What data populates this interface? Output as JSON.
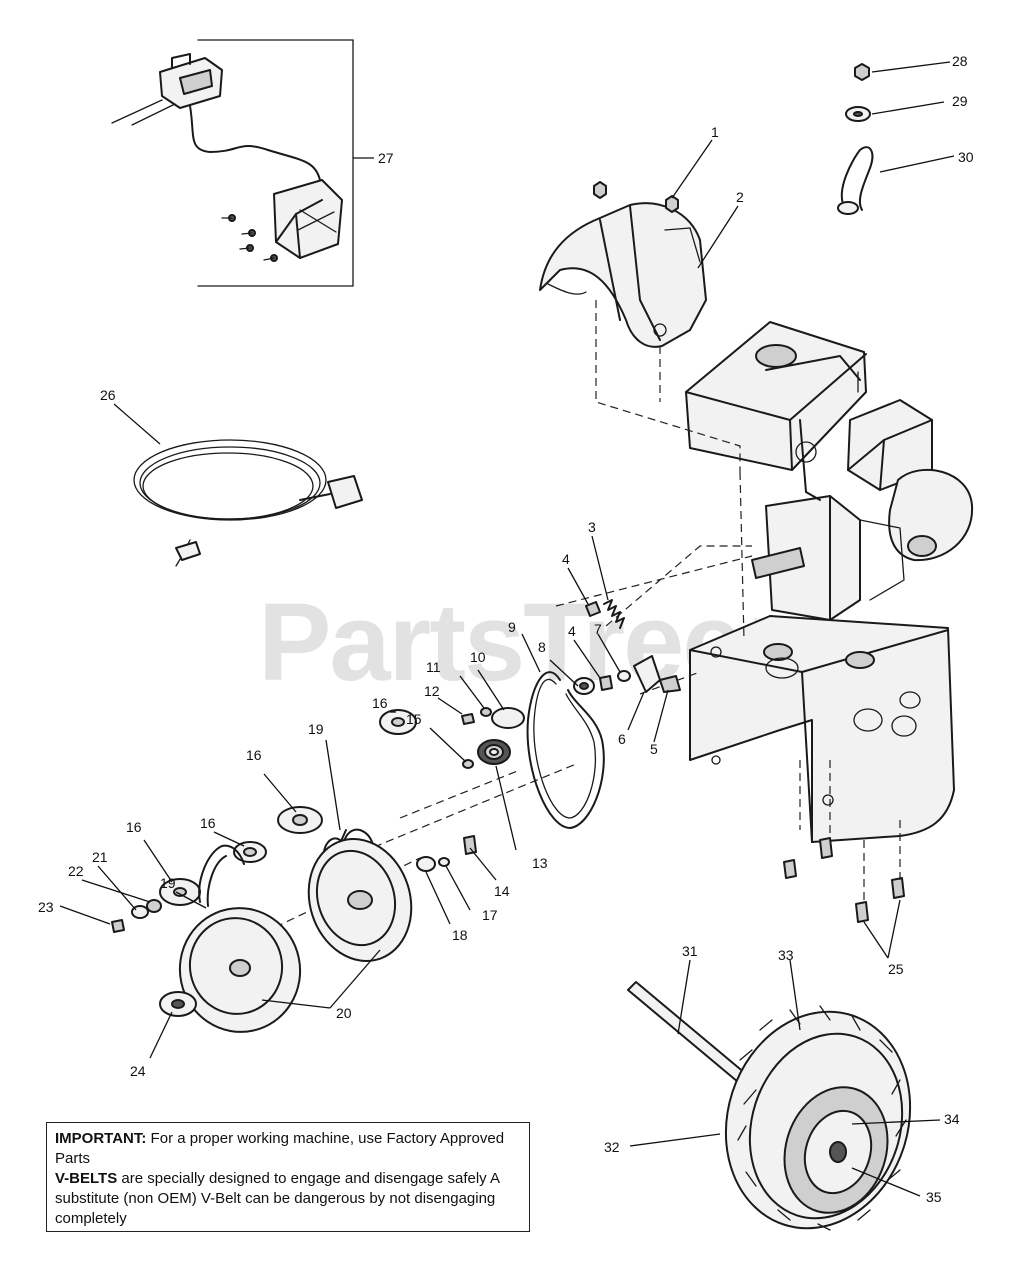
{
  "watermark": "PartsTree",
  "trademark": "™",
  "callouts": [
    "1",
    "2",
    "3",
    "4",
    "4",
    "5",
    "6",
    "7",
    "8",
    "9",
    "10",
    "11",
    "12",
    "13",
    "14",
    "15",
    "16",
    "16",
    "16",
    "16",
    "17",
    "18",
    "19",
    "19",
    "20",
    "21",
    "22",
    "23",
    "24",
    "25",
    "26",
    "27",
    "28",
    "29",
    "30",
    "31",
    "32",
    "33",
    "34",
    "35"
  ],
  "notice": {
    "important_label": "IMPORTANT:",
    "important_text": " For a proper working machine, use Factory Approved Parts",
    "vbelts_label": "V-BELTS",
    "vbelts_text": " are specially designed to engage and disengage safely   A substitute (non OEM) V-Belt can be dangerous by not disengaging completely"
  }
}
